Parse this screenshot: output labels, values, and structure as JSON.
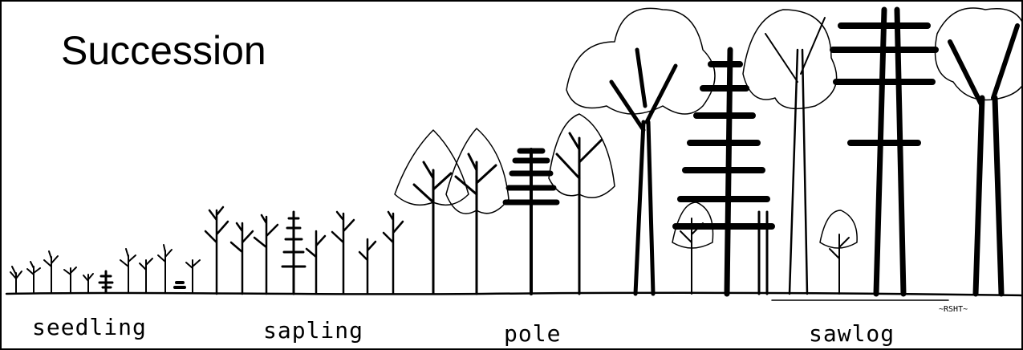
{
  "title": "Succession",
  "stages": {
    "seedling": "seedling",
    "sapling": "sapling",
    "pole": "pole",
    "sawlog": "sawlog"
  },
  "signature": "~RSHT~"
}
